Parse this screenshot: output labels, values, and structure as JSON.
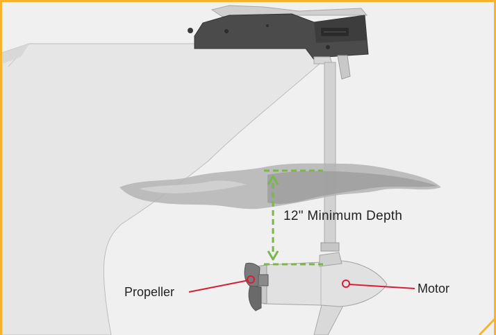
{
  "labels": {
    "depth": "12\" Minimum Depth",
    "propeller": "Propeller",
    "motor": "Motor"
  },
  "colors": {
    "frame": "#f7b32b",
    "depth_guide": "#7ab648",
    "pointer": "#d71e36",
    "hull": "#e6e6e6",
    "water": "#b4b4b4",
    "motor_head": "#4b4b4b",
    "shaft": "#d2d2d2"
  }
}
